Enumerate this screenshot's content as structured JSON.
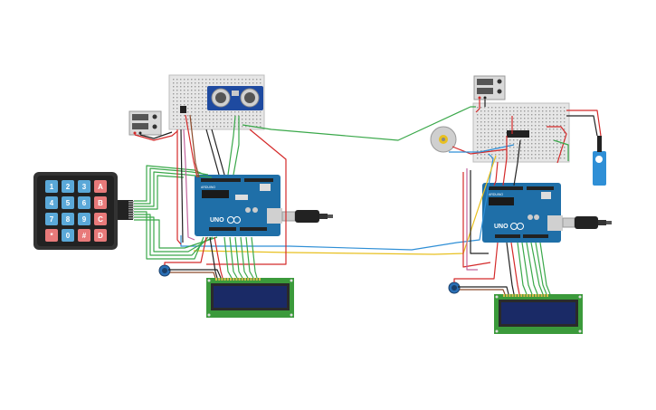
{
  "circuit": {
    "keypad": {
      "keys": [
        "1",
        "2",
        "3",
        "A",
        "4",
        "5",
        "6",
        "B",
        "7",
        "8",
        "9",
        "C",
        "*",
        "0",
        "#",
        "D"
      ]
    },
    "arduino_left": {
      "brand_text": "UNO",
      "label_text": "ARDUINO"
    },
    "arduino_right": {
      "brand_text": "UNO",
      "label_text": "ARDUINO"
    }
  },
  "colors": {
    "wire_red": "#d42a2a",
    "wire_green": "#3aa84a",
    "wire_blue": "#2f8fd6",
    "wire_yellow": "#e8c020",
    "wire_black": "#222222",
    "wire_brown": "#8b4a2a",
    "arduino_board": "#1f6fa8",
    "lcd_pcb": "#3b9a3b",
    "lcd_screen": "#1a2a66",
    "breadboard": "#e6e6e6",
    "keypad_body": "#333333",
    "key_red": "#e87a7a",
    "key_blue": "#5aa8d8"
  }
}
